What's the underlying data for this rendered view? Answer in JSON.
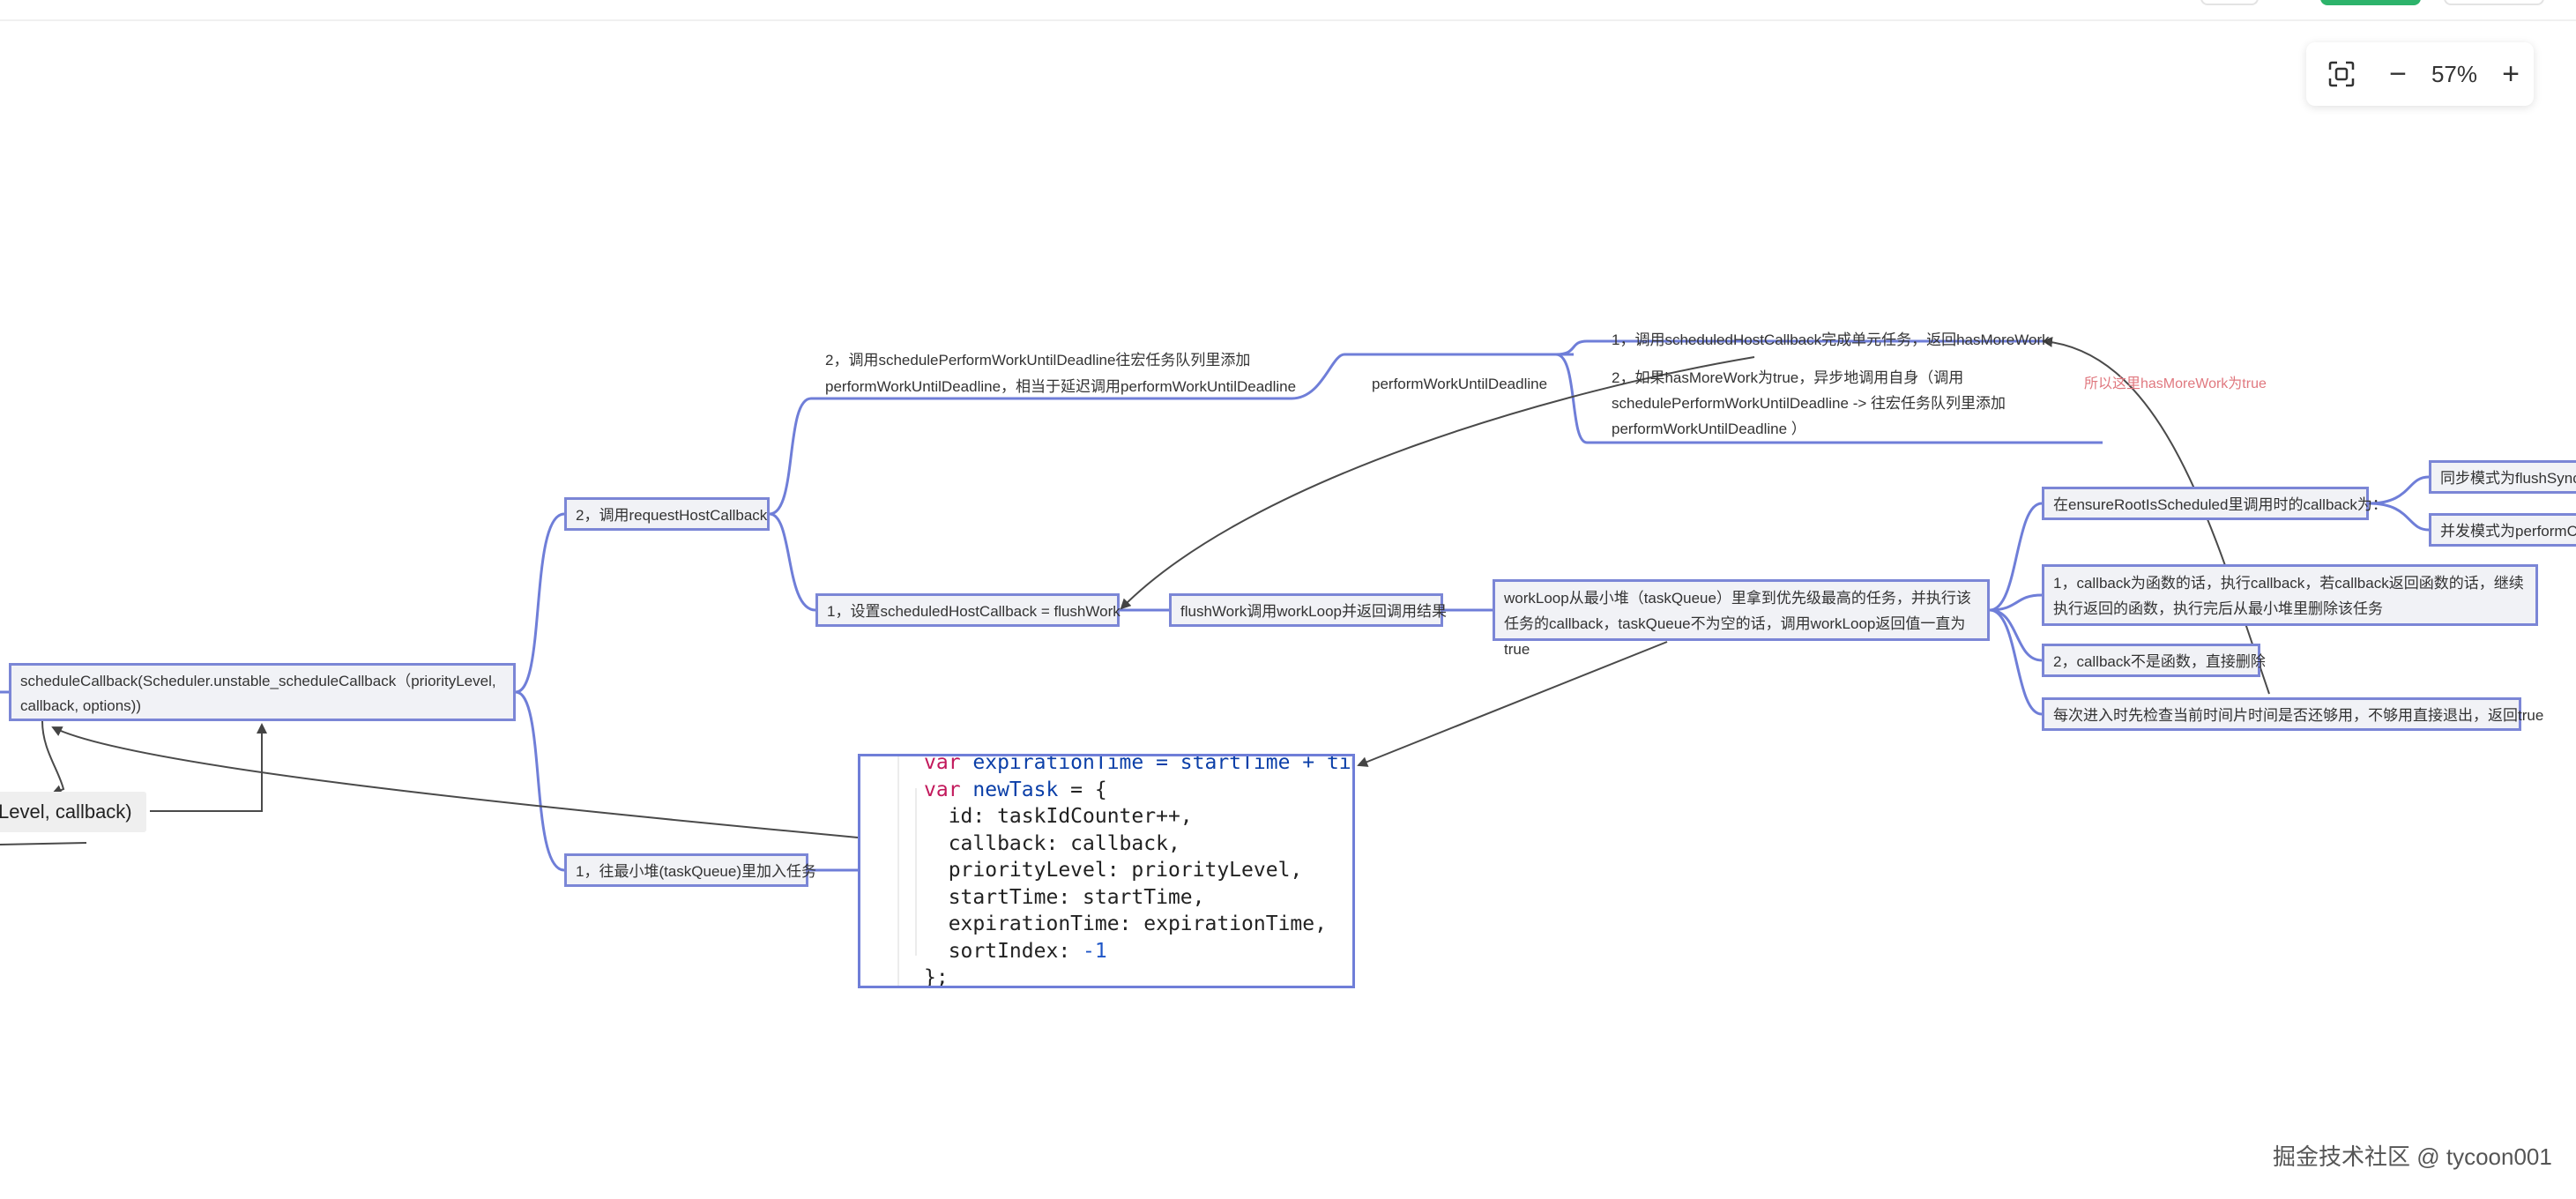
{
  "zoom": {
    "value": "57%",
    "fit_icon": "fit-screen-icon",
    "minus": "−",
    "plus": "+"
  },
  "nodes": {
    "root": "scheduleCallback(Scheduler.unstable_scheduleCallback（priorityLevel, callback, options))",
    "left_grey": "Level, callback)",
    "request_host": "2，调用requestHostCallback",
    "push_heap": "1，往最小堆(taskQueue)里加入任务",
    "schedule_perform": "2，调用schedulePerformWorkUntilDeadline往宏任务队列里添加performWorkUntilDeadline，相当于延迟调用performWorkUntilDeadline",
    "set_scheduled": "1，设置scheduledHostCallback = flushWork",
    "flush_work": "flushWork调用workLoop并返回调用结果",
    "perform_label": "performWorkUntilDeadline",
    "call_scheduled": "1，调用scheduledHostCallback完成单元任务，返回hasMoreWork",
    "has_more_work": "2，如果hasMoreWork为true，异步地调用自身（调用schedulePerformWorkUntilDeadline -> 往宏任务队列里添加performWorkUntilDeadline ）",
    "so_true": "所以这里hasMoreWork为true",
    "work_loop": "workLoop从最小堆（taskQueue）里拿到优先级最高的任务，并执行该任务的callback，taskQueue不为空的话，调用workLoop返回值一直为true",
    "ensure_root": "在ensureRootIsScheduled里调用时的callback为：",
    "sync_mode": "同步模式为flushSyncC",
    "concurrent_mode": "并发模式为performCo",
    "callback_fn": "1，callback为函数的话，执行callback，若callback返回函数的话，继续执行返回的函数，执行完后从最小堆里删除该任务",
    "callback_not_fn": "2，callback不是函数，直接删除",
    "time_check": "每次进入时先检查当前时间片时间是否还够用，不够用直接退出，返回true"
  },
  "code_lines": [
    {
      "parts": [
        {
          "t": "var ",
          "c": "kw"
        },
        {
          "t": "expirationTime = startTime + time",
          "c": "vr"
        }
      ]
    },
    {
      "parts": [
        {
          "t": "var ",
          "c": "kw"
        },
        {
          "t": "newTask",
          "c": "vr"
        },
        {
          "t": " = {",
          "c": ""
        }
      ]
    },
    {
      "parts": [
        {
          "t": "  id: taskIdCounter++,",
          "c": ""
        }
      ]
    },
    {
      "parts": [
        {
          "t": "  callback: callback,",
          "c": ""
        }
      ]
    },
    {
      "parts": [
        {
          "t": "  priorityLevel: priorityLevel,",
          "c": ""
        }
      ]
    },
    {
      "parts": [
        {
          "t": "  startTime: startTime,",
          "c": ""
        }
      ]
    },
    {
      "parts": [
        {
          "t": "  expirationTime: expirationTime,",
          "c": ""
        }
      ]
    },
    {
      "parts": [
        {
          "t": "  sortIndex: ",
          "c": ""
        },
        {
          "t": "-1",
          "c": "num"
        }
      ]
    },
    {
      "parts": [
        {
          "t": "};",
          "c": ""
        }
      ]
    }
  ],
  "watermark": "掘金技术社区 @ tycoon001",
  "colors": {
    "connector": "#6f7ed8",
    "node_border": "#7b86d6",
    "node_fill": "#f1f2f6",
    "arrow": "#4a4a4a",
    "note_red": "#e0787f"
  }
}
